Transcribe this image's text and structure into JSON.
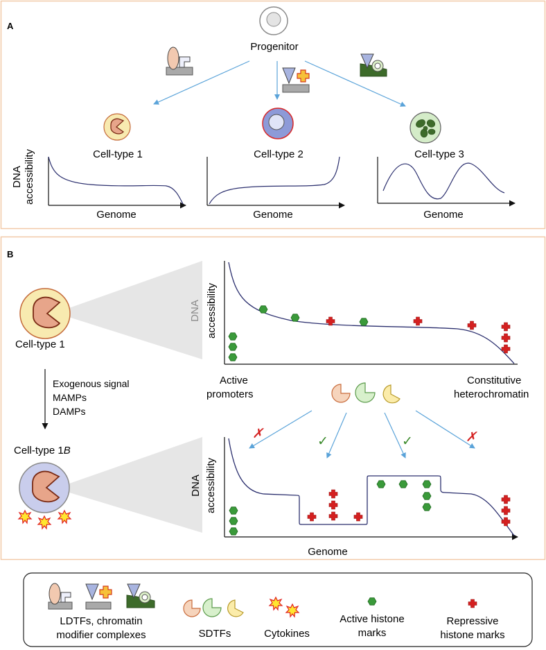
{
  "panel_a": {
    "letter": "A",
    "progenitor": "Progenitor",
    "cell_types": [
      "Cell-type 1",
      "Cell-type 2",
      "Cell-type 3"
    ],
    "y_axis_line1": "DNA",
    "y_axis_line2": "accessibility",
    "x_axis": "Genome"
  },
  "panel_b": {
    "letter": "B",
    "cell_type_1": "Cell-type 1",
    "cell_type_1b_prefix": "Cell-type 1",
    "cell_type_1b_suffix": "B",
    "signal_lines": [
      "Exogenous signal",
      "MAMPs",
      "DAMPs"
    ],
    "upper_y_line1": "DNA",
    "upper_y_line2": "accessibility",
    "active_promoters_line1": "Active",
    "active_promoters_line2": "promoters",
    "heterochromatin_line1": "Constitutive",
    "heterochromatin_line2": "heterochromatin",
    "lower_y_line1": "DNA",
    "lower_y_line2": "accessibility",
    "x_axis": "Genome",
    "arrow_marks": [
      "✗",
      "✓",
      "✓",
      "✗"
    ]
  },
  "legend": {
    "ldtf_line1": "LDTFs, chromatin",
    "ldtf_line2": "modifier complexes",
    "sdtfs": "SDTFs",
    "cytokines": "Cytokines",
    "active_line1": "Active histone",
    "active_line2": "marks",
    "repressive_line1": "Repressive",
    "repressive_line2": "histone marks"
  },
  "colors": {
    "panel_border": "#f2c9a8",
    "arrow": "#5aa3d9",
    "curve": "#2b2f6e",
    "active_mark": "#3a9a3a",
    "repressive_mark": "#d42020",
    "cell_yellow": "#f8eab0",
    "nucleus": "#e7a58a",
    "cell2_fill": "#8d9ad8",
    "cell2_border": "#d82828",
    "cell3_fill": "#d4ecc8",
    "cell3_nucleus": "#3d6b2a",
    "cell1b_fill": "#c9cdec",
    "cone": "#e6e6e6",
    "check": "#3a8a2a",
    "cross": "#d42020"
  }
}
